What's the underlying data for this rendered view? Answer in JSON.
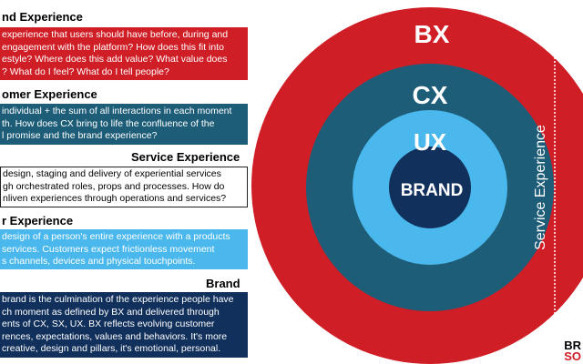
{
  "sections": [
    {
      "heading": "nd Experience",
      "lines": [
        "experience that users should have before, during and",
        "engagement with the platform? How does this fit into",
        "estyle? Where does this add value? What value does",
        "? What do I feel? What do I tell people?"
      ]
    },
    {
      "heading": "omer Experience",
      "lines": [
        "individual + the sum of all interactions in each moment",
        "th. How does CX bring to life the confluence of the",
        "l promise and the brand experience?"
      ]
    },
    {
      "heading": "Service Experience",
      "lines": [
        "design, staging and delivery of experiential services",
        "gh orchestrated roles, props and processes. How do",
        "nliven experiences through operations and services?"
      ]
    },
    {
      "heading": "r Experience",
      "lines": [
        "design of a person's entire experience with a products",
        "services. Customers expect frictionless movement",
        "s channels, devices and physical touchpoints."
      ]
    },
    {
      "heading": "Brand",
      "lines": [
        "brand is the culmination of the experience people have",
        "ch moment as defined by BX and delivered through",
        "ents of CX, SX, UX. BX reflects evolving customer",
        "rences, expectations, values and behaviors. It's more",
        "creative, design and pillars, it's emotional, personal."
      ]
    }
  ],
  "diagram": {
    "bx_label": "BX",
    "cx_label": "CX",
    "ux_label": "UX",
    "brand_label": "BRAND",
    "sx_label": "Service Experience",
    "colors": {
      "bx": "#d01e26",
      "cx": "#1d5d78",
      "ux": "#4ab8ec",
      "brand": "#11305c",
      "sx_band": "#ffffff"
    }
  },
  "logo": {
    "line1": "BR",
    "line2": "SO"
  }
}
